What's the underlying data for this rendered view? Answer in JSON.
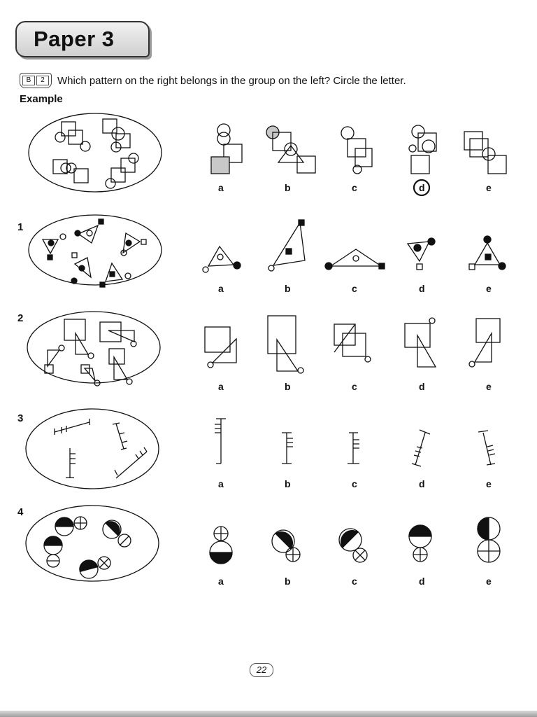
{
  "page": {
    "title": "Paper 3",
    "instruction_icon": [
      "B",
      "2"
    ],
    "instruction": "Which pattern on the right belongs in the group on the left? Circle the letter.",
    "example_label": "Example",
    "page_number": "22"
  },
  "questions": [
    {
      "number": "",
      "options": [
        "a",
        "b",
        "c",
        "d",
        "e"
      ],
      "circled": "d"
    },
    {
      "number": "1",
      "options": [
        "a",
        "b",
        "c",
        "d",
        "e"
      ]
    },
    {
      "number": "2",
      "options": [
        "a",
        "b",
        "c",
        "d",
        "e"
      ]
    },
    {
      "number": "3",
      "options": [
        "a",
        "b",
        "c",
        "d",
        "e"
      ]
    },
    {
      "number": "4",
      "options": [
        "a",
        "b",
        "c",
        "d",
        "e"
      ]
    }
  ],
  "colors": {
    "ink": "#111111",
    "shade": "#bdbdbd",
    "band": "#a6a6a6"
  }
}
